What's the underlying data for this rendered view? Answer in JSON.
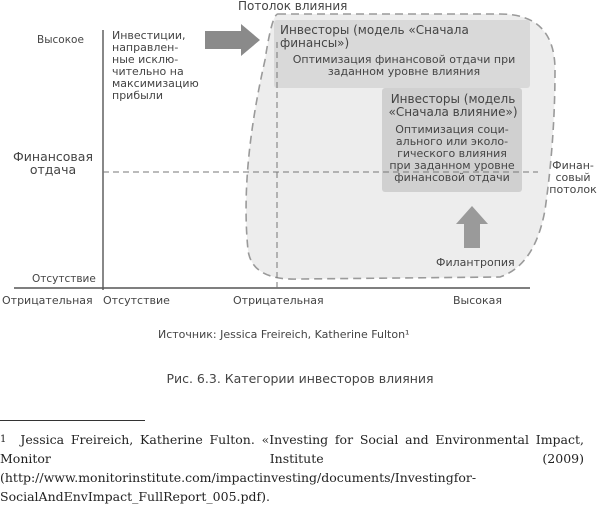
{
  "diagram": {
    "top_label": "Потолок влияния",
    "y_labels": {
      "high": "Высокое",
      "mid": "Финансовая отдача",
      "absence": "Отсутствие"
    },
    "x_labels": {
      "negative_left": "Отрицательная",
      "absence": "Отсутствие",
      "negative_mid": "Отрицательная",
      "high": "Высокая"
    },
    "left_block": "Инвестиции, направлен-ные исклю-чительно на максимизацию прибыли",
    "finance_first": {
      "title": "Инвесторы (модель «Сначала финансы»)",
      "text": "Оптимизация финансовой отдачи при заданном уровне влияния"
    },
    "impact_first": {
      "title": "Инвесторы (модель «Сначала влияние»)",
      "text": "Оптимизация соци-ального или эколо-гического влияния при заданном уровне финансовой отдачи"
    },
    "financial_ceiling": "Финан-совый потолок",
    "philanthropy": "Филантропия",
    "source": "Источник: Jessica Freireich, Katherine Fulton¹"
  },
  "caption": "Рис. 6.3. Категории инвесторов влияния",
  "footnote": {
    "number": "1",
    "text": "Jessica Freireich, Katherine Fulton. «Investing for Social and Environmental Impact, Monitor Institute (2009) (http://www.monitorinstitute.com/impactinvesting/documents/Investingfor-SocialAndEnvImpact_FullReport_005.pdf)."
  }
}
